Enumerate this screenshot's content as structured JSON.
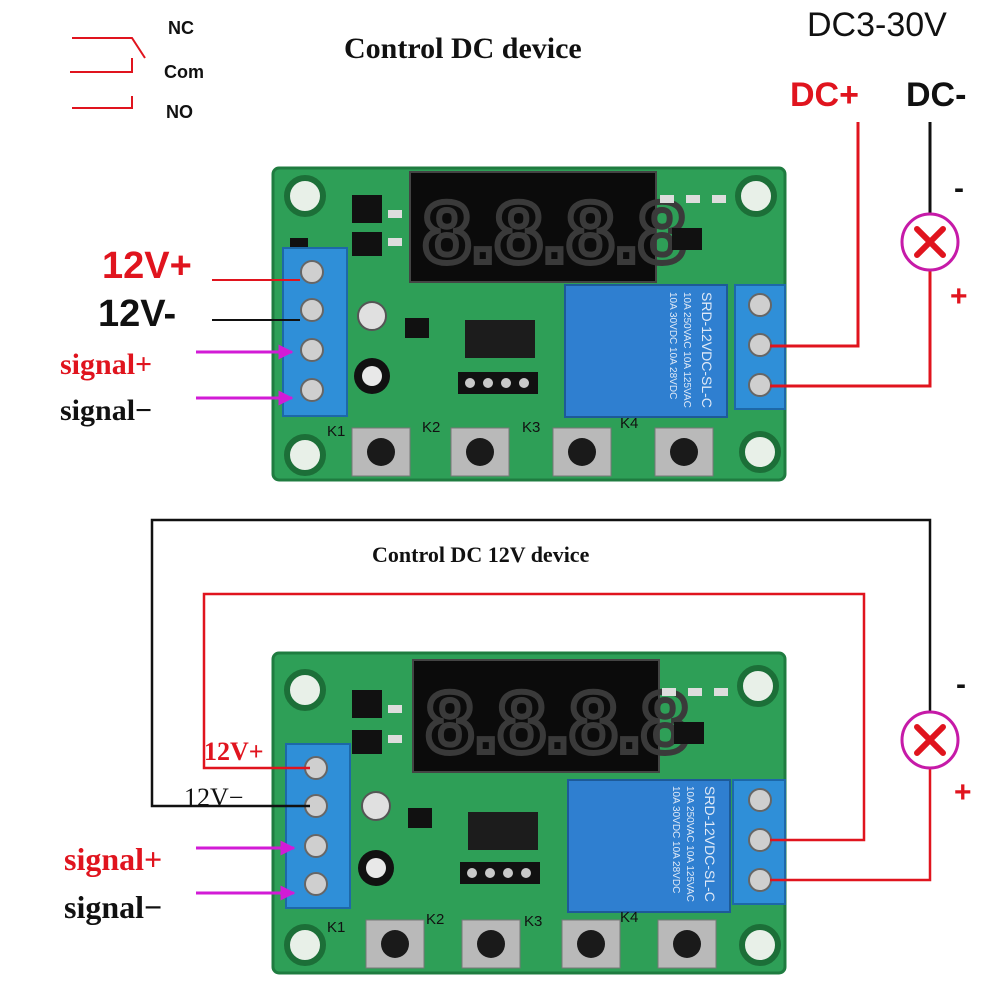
{
  "legend": {
    "nc": "NC",
    "com": "Com",
    "no": "NO"
  },
  "supply": {
    "range": "DC3-30V",
    "plus": "DC+",
    "minus": "DC-"
  },
  "top_board": {
    "title": "Control DC  device",
    "power_plus": "12V+",
    "power_minus": "12V-",
    "signal_plus": "signal+",
    "signal_minus": "signal−",
    "load_minus": "-",
    "load_plus": "+",
    "relay_text": "SRD-12VDC-SL-C",
    "relay_rating_1": "10A 250VAC 10A 125VAC",
    "relay_rating_2": "10A 30VDC 10A 28VDC",
    "keys": [
      "K1",
      "K2",
      "K3",
      "K4"
    ]
  },
  "bottom_board": {
    "title": "Control DC 12V device",
    "power_plus": "12V+",
    "power_minus": "12V−",
    "signal_plus": "signal+",
    "signal_minus": "signal−",
    "load_minus": "-",
    "load_plus": "+",
    "relay_text": "SRD-12VDC-SL-C",
    "relay_rating_1": "10A 250VAC 10A 125VAC",
    "relay_rating_2": "10A 30VDC 10A 28VDC",
    "keys": [
      "K1",
      "K2",
      "K3",
      "K4"
    ]
  },
  "colors": {
    "red_wire": "#e0141e",
    "black_wire": "#111111",
    "arrow": "#d21bd6",
    "pcb": "#2e9f57",
    "pcb_light": "#45b86b",
    "terminal": "#2f8fd8",
    "relay": "#2f7fd0",
    "lamp": "#c61aa8"
  }
}
